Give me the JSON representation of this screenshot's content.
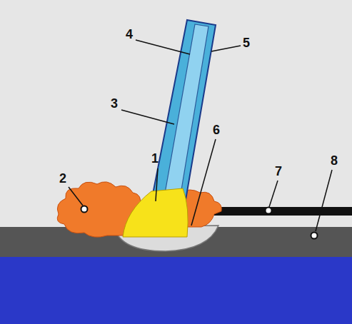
{
  "diagram": {
    "labels": [
      "4",
      "5",
      "3",
      "6",
      "1",
      "7",
      "8",
      "2"
    ]
  }
}
